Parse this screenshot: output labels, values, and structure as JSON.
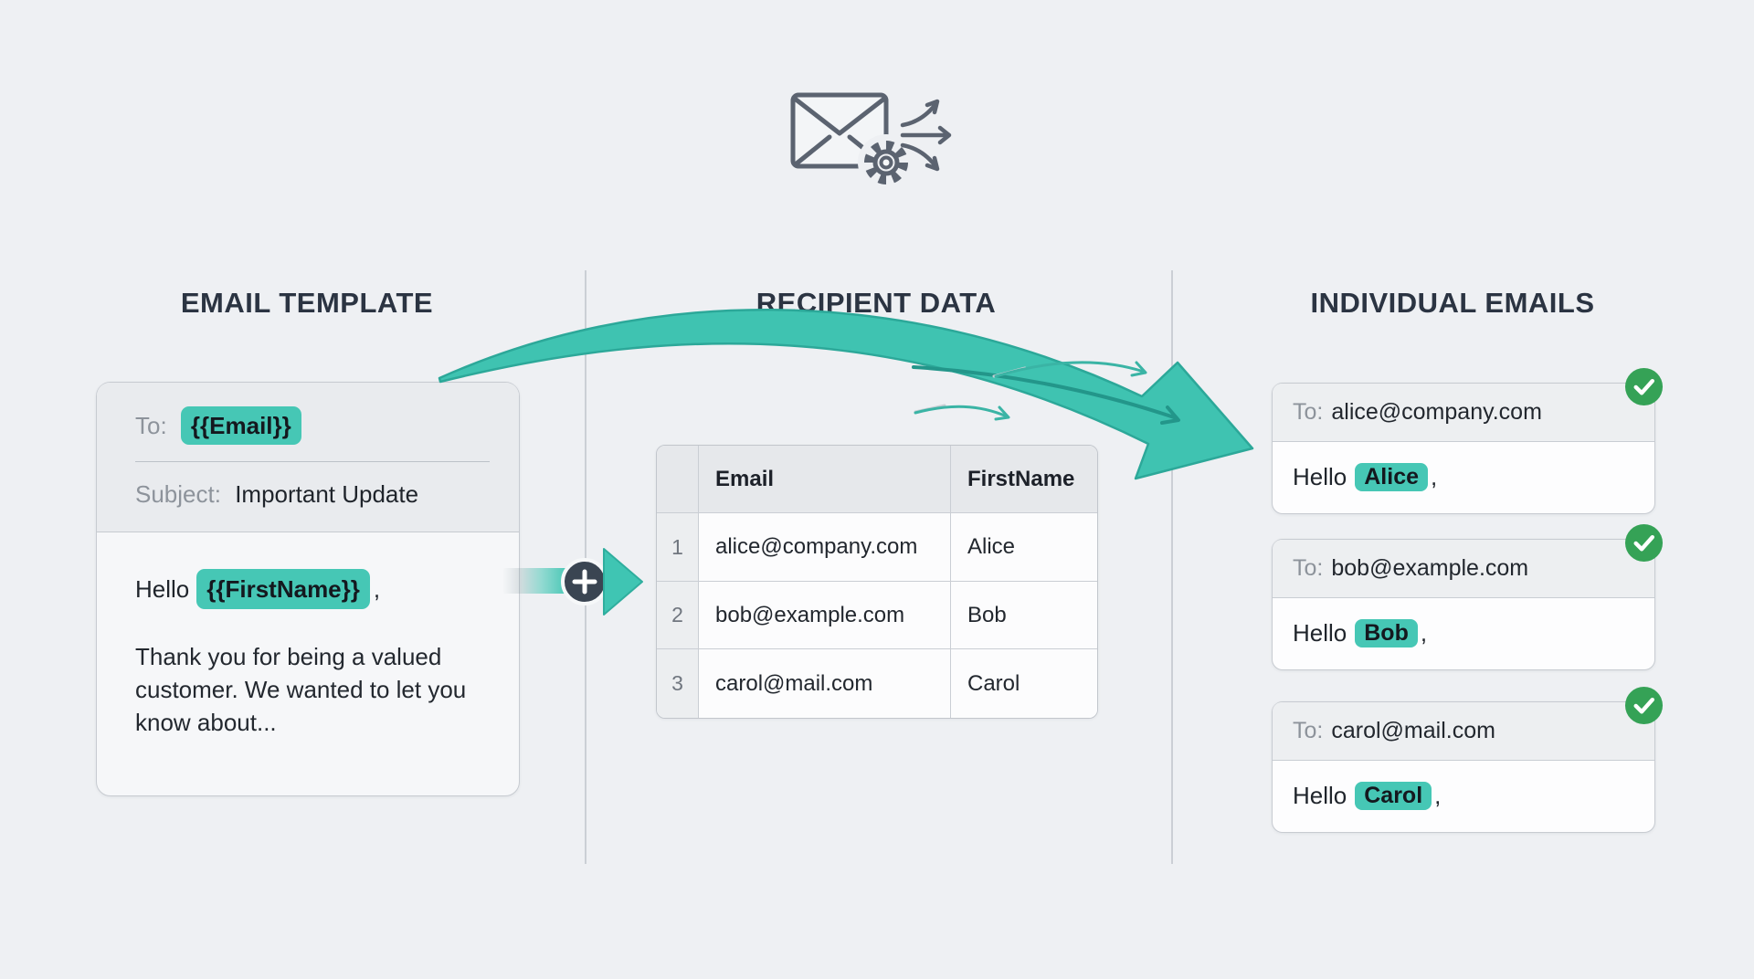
{
  "colors": {
    "background": "#eef0f3",
    "accent_teal": "#46c7b5",
    "arrow_teal": "#3fc3b1",
    "success_green": "#35a256",
    "plus_badge_dark": "#3a4552",
    "heading": "#2b3442"
  },
  "header": {
    "icon": "envelope-with-gear-and-fanout-arrows"
  },
  "sections": {
    "template": {
      "title": "EMAIL TEMPLATE"
    },
    "data": {
      "title": "RECIPIENT DATA"
    },
    "emails": {
      "title": "INDIVIDUAL EMAILS"
    }
  },
  "template_card": {
    "to_label": "To:",
    "to_token": "{{Email}}",
    "subject_label": "Subject:",
    "subject_value": "Important Update",
    "greeting_prefix": "Hello",
    "greeting_token": "{{FirstName}}",
    "greeting_suffix": ",",
    "body_text": "Thank you for being a valued customer. We wanted to let you know about..."
  },
  "recipient_table": {
    "headers": {
      "email": "Email",
      "first_name": "FirstName"
    },
    "rows": [
      {
        "num": "1",
        "email": "alice@company.com",
        "first_name": "Alice"
      },
      {
        "num": "2",
        "email": "bob@example.com",
        "first_name": "Bob"
      },
      {
        "num": "3",
        "email": "carol@mail.com",
        "first_name": "Carol"
      }
    ]
  },
  "individual_emails": [
    {
      "to_label": "To:",
      "to_value": "alice@company.com",
      "greeting_prefix": "Hello",
      "name": "Alice",
      "greeting_suffix": ","
    },
    {
      "to_label": "To:",
      "to_value": "bob@example.com",
      "greeting_prefix": "Hello",
      "name": "Bob",
      "greeting_suffix": ","
    },
    {
      "to_label": "To:",
      "to_value": "carol@mail.com",
      "greeting_prefix": "Hello",
      "name": "Carol",
      "greeting_suffix": ","
    }
  ]
}
